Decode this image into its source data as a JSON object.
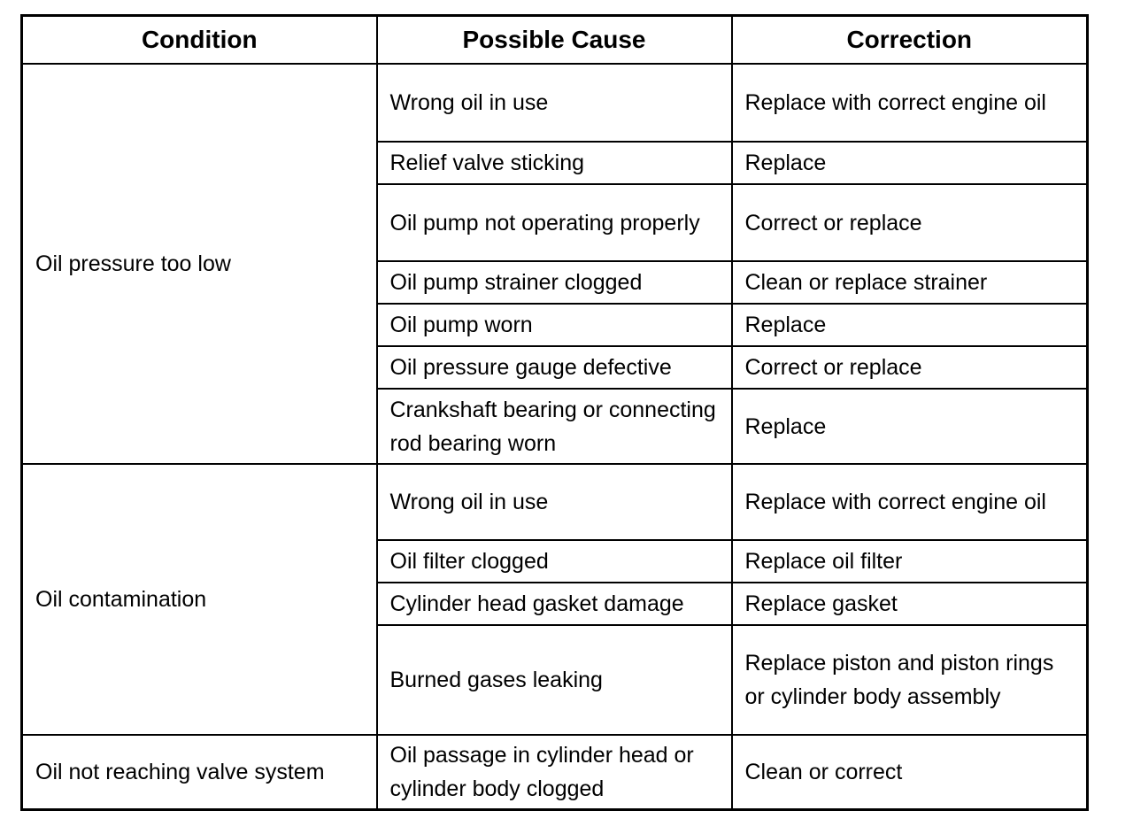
{
  "headers": [
    "Condition",
    "Possible Cause",
    "Correction"
  ],
  "groups": [
    {
      "condition": "Oil pressure too low",
      "rows": [
        {
          "cause": "Wrong oil in use",
          "correction": "Replace with correct engine oil"
        },
        {
          "cause": "Relief valve sticking",
          "correction": "Replace"
        },
        {
          "cause": "Oil pump not operating properly",
          "correction": "Correct or replace"
        },
        {
          "cause": "Oil pump strainer clogged",
          "correction": "Clean or replace strainer"
        },
        {
          "cause": "Oil pump worn",
          "correction": "Replace"
        },
        {
          "cause": "Oil pressure gauge defective",
          "correction": "Correct or replace"
        },
        {
          "cause": "Crankshaft bearing or connecting rod bearing worn",
          "correction": "Replace"
        }
      ]
    },
    {
      "condition": "Oil contamination",
      "rows": [
        {
          "cause": "Wrong oil in use",
          "correction": "Replace with correct engine oil"
        },
        {
          "cause": "Oil filter clogged",
          "correction": "Replace oil filter"
        },
        {
          "cause": "Cylinder head gasket damage",
          "correction": "Replace gasket"
        },
        {
          "cause": "Burned gases leaking",
          "correction": "Replace piston and piston rings or cylinder body assembly"
        }
      ]
    },
    {
      "condition": "Oil not reaching valve system",
      "rows": [
        {
          "cause": "Oil passage in cylinder head or cylinder body clogged",
          "correction": "Clean or correct"
        }
      ]
    }
  ]
}
